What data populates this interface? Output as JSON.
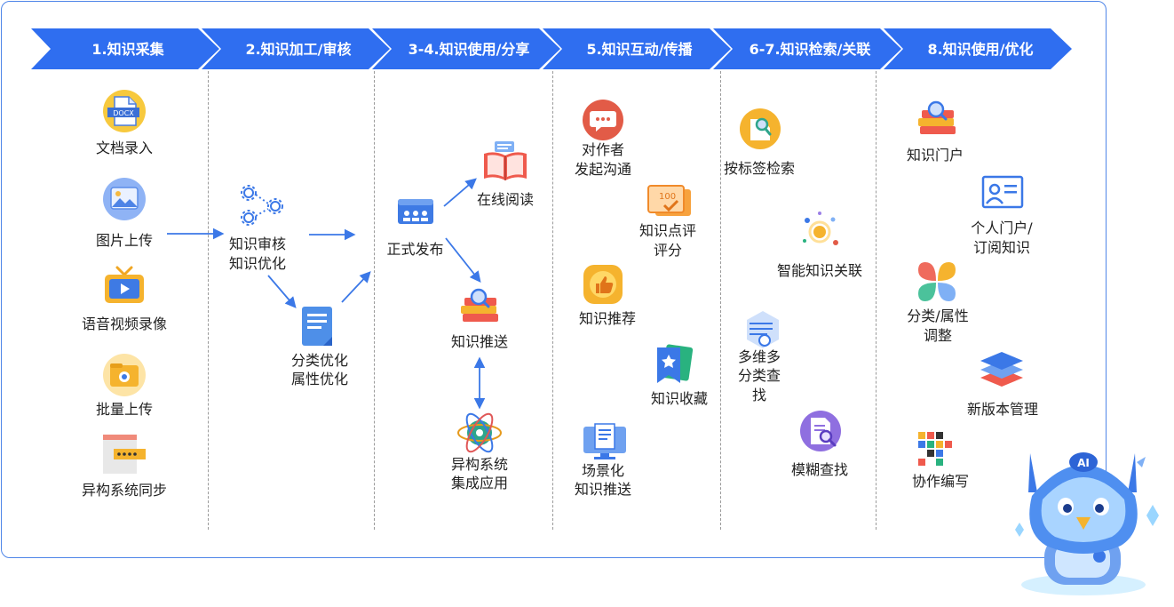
{
  "stages": [
    {
      "label": "1.知识采集"
    },
    {
      "label": "2.知识加工/审核"
    },
    {
      "label": "3-4.知识使用/分享"
    },
    {
      "label": "5.知识互动/传播"
    },
    {
      "label": "6-7.知识检索/关联"
    },
    {
      "label": "8.知识使用/优化"
    }
  ],
  "col1": {
    "doc_entry": "文档录入",
    "docx_badge": "DOCX",
    "image_upload": "图片上传",
    "av_record": "语音视频录像",
    "batch_upload": "批量上传",
    "hetero_sync": "异构系统同步"
  },
  "col2": {
    "review_line1": "知识审核",
    "review_line2": "知识优化",
    "classify_line1": "分类优化",
    "classify_line2": "属性优化"
  },
  "col3": {
    "publish": "正式发布",
    "online_read": "在线阅读",
    "push": "知识推送",
    "integrate_line1": "异构系统",
    "integrate_line2": "集成应用"
  },
  "col4": {
    "comm_line1": "对作者",
    "comm_line2": "发起沟通",
    "review_line1": "知识点评",
    "review_line2": "评分",
    "score_badge": "100",
    "recommend": "知识推荐",
    "collect": "知识收藏",
    "scene_line1": "场景化",
    "scene_line2": "知识推送"
  },
  "col5": {
    "tag_search": "按标签检索",
    "smart_link": "智能知识关联",
    "multi_line1": "多维多",
    "multi_line2": "分类查",
    "multi_line3": "找",
    "fuzzy": "模糊查找"
  },
  "col6": {
    "portal": "知识门户",
    "personal_line1": "个人门户/",
    "personal_line2": "订阅知识",
    "adjust_line1": "分类/属性",
    "adjust_line2": "调整",
    "version": "新版本管理",
    "collab": "协作编写"
  },
  "robot": {
    "badge": "AI"
  },
  "colors": {
    "stage_blue": "#2f6ef0",
    "arrow_blue": "#3b78e7",
    "divider_gray": "#9a9a9a"
  }
}
